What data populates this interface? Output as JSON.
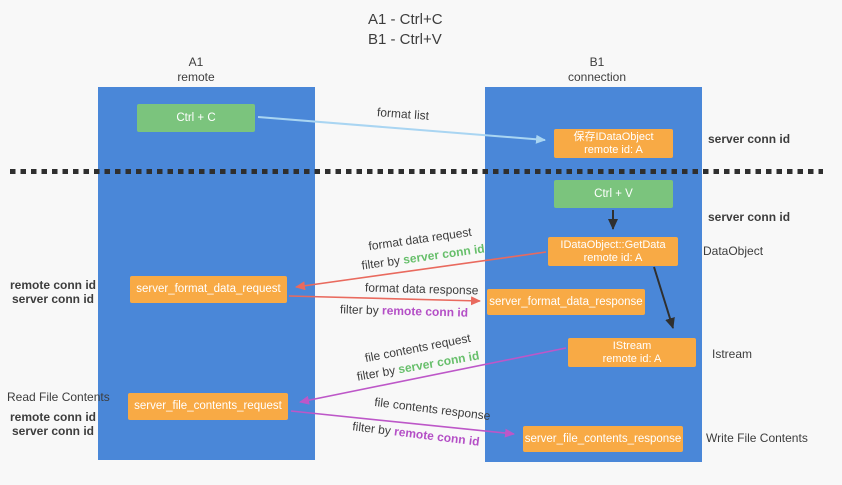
{
  "title": {
    "line1": "A1 - Ctrl+C",
    "line2": "B1 - Ctrl+V"
  },
  "lanes": {
    "a": {
      "name": "A1",
      "role": "remote"
    },
    "b": {
      "name": "B1",
      "role": "connection"
    }
  },
  "nodes": {
    "ctrl_c": {
      "label": "Ctrl + C"
    },
    "save_idataobject": {
      "line1": "保存IDataObject",
      "line2": "remote id: A"
    },
    "ctrl_v": {
      "label": "Ctrl + V"
    },
    "getdata": {
      "line1": "IDataObject::GetData",
      "line2": "remote id: A"
    },
    "server_format_data_request": {
      "label": "server_format_data_request"
    },
    "server_format_data_response": {
      "label": "server_format_data_response"
    },
    "istream": {
      "line1": "IStream",
      "line2": "remote id: A"
    },
    "server_file_contents_request": {
      "label": "server_file_contents_request"
    },
    "server_file_contents_response": {
      "label": "server_file_contents_response"
    }
  },
  "messages": {
    "format_list": "format list",
    "format_data_request": {
      "title": "format data request",
      "filter_prefix": "filter by ",
      "filter_key": "server conn id"
    },
    "format_data_response": {
      "title": "format data response",
      "filter_prefix": "filter by ",
      "filter_key": "remote conn id"
    },
    "file_contents_request": {
      "title": "file contents request",
      "filter_prefix": "filter by ",
      "filter_key": "server conn id"
    },
    "file_contents_response": {
      "title": "file contents response",
      "filter_prefix": "filter by ",
      "filter_key": "remote conn id"
    }
  },
  "side_labels": {
    "right_server_conn_id_1": "server conn id",
    "right_server_conn_id_2": "server conn id",
    "data_object": "DataObject",
    "istream": "Istream",
    "write_file_contents": "Write File Contents",
    "left_remote_conn_id_1": "remote conn id",
    "left_server_conn_id_1": "server conn id",
    "read_file_contents": "Read File Contents",
    "left_remote_conn_id_2": "remote conn id",
    "left_server_conn_id_2": "server conn id"
  },
  "colors": {
    "background": "#f8f8f8",
    "column_blue": "#4a87d8",
    "box_green": "#7bc47d",
    "box_orange": "#f8aa45",
    "arrow_blue": "#a9d5f2",
    "arrow_red": "#e96a5e",
    "arrow_purple": "#bd57c8",
    "arrow_black": "#2f2f2f",
    "text_green": "#67bf6b",
    "text_purple": "#b44fc6",
    "text_dark": "#3d3d3d"
  }
}
